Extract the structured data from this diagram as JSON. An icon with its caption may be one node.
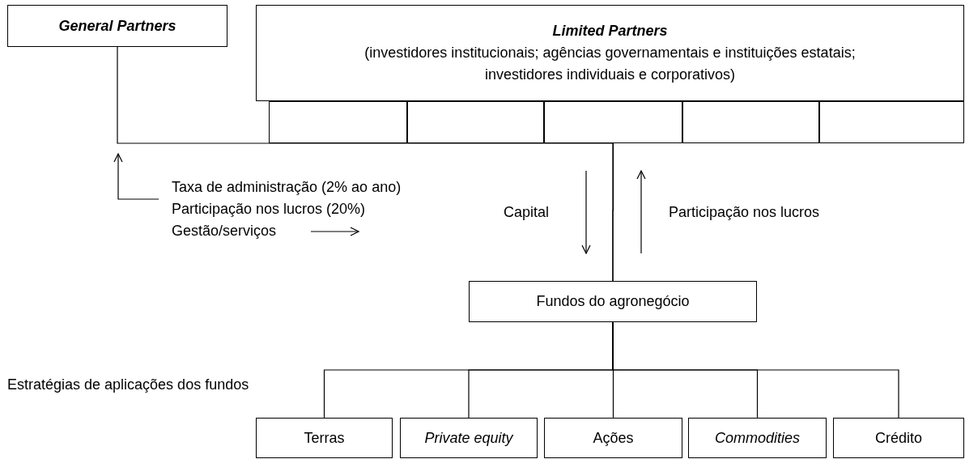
{
  "diagram": {
    "nodes": [
      {
        "text": [
          "General Partners"
        ]
      },
      {
        "text": [
          "Limited Partners",
          "(investidores institucionais; agências governamentais e instituições estatais; investidores individuais e corporativos)"
        ]
      },
      {
        "text": [],
        "shape": "box"
      },
      {
        "text": [],
        "shape": "box"
      },
      {
        "text": [],
        "shape": "box"
      },
      {
        "text": [],
        "shape": "box"
      },
      {
        "text": [],
        "shape": "box"
      },
      {
        "text": [
          "Taxa de administração (2% ao ano)",
          "Participação nos lucros (20%)",
          "Gestão/serviços"
        ]
      },
      {
        "text": [
          "Fundos do agronegócio"
        ]
      },
      {
        "text": [
          "Terras"
        ]
      },
      {
        "text": [
          "Private equity"
        ]
      },
      {
        "text": [
          "Ações"
        ]
      },
      {
        "text": [
          "Commodities"
        ]
      },
      {
        "text": [
          "Crédito"
        ]
      }
    ],
    "edges": [
      {
        "from": 0,
        "to": 8,
        "arrow": "none"
      },
      {
        "from": 4,
        "to": 8,
        "arrow": "none"
      },
      {
        "from": 7,
        "to": null,
        "arrow": "to"
      },
      {
        "from": 8,
        "to": 9,
        "arrow": "none"
      },
      {
        "from": 8,
        "to": 10,
        "arrow": "none"
      },
      {
        "from": 8,
        "to": 11,
        "arrow": "none"
      },
      {
        "from": 8,
        "to": 12,
        "arrow": "none"
      },
      {
        "from": 8,
        "to": 13,
        "arrow": "none"
      }
    ],
    "labels": [
      "Capital",
      "Participação nos lucros",
      "Estratégias de aplicações dos fundos"
    ]
  }
}
